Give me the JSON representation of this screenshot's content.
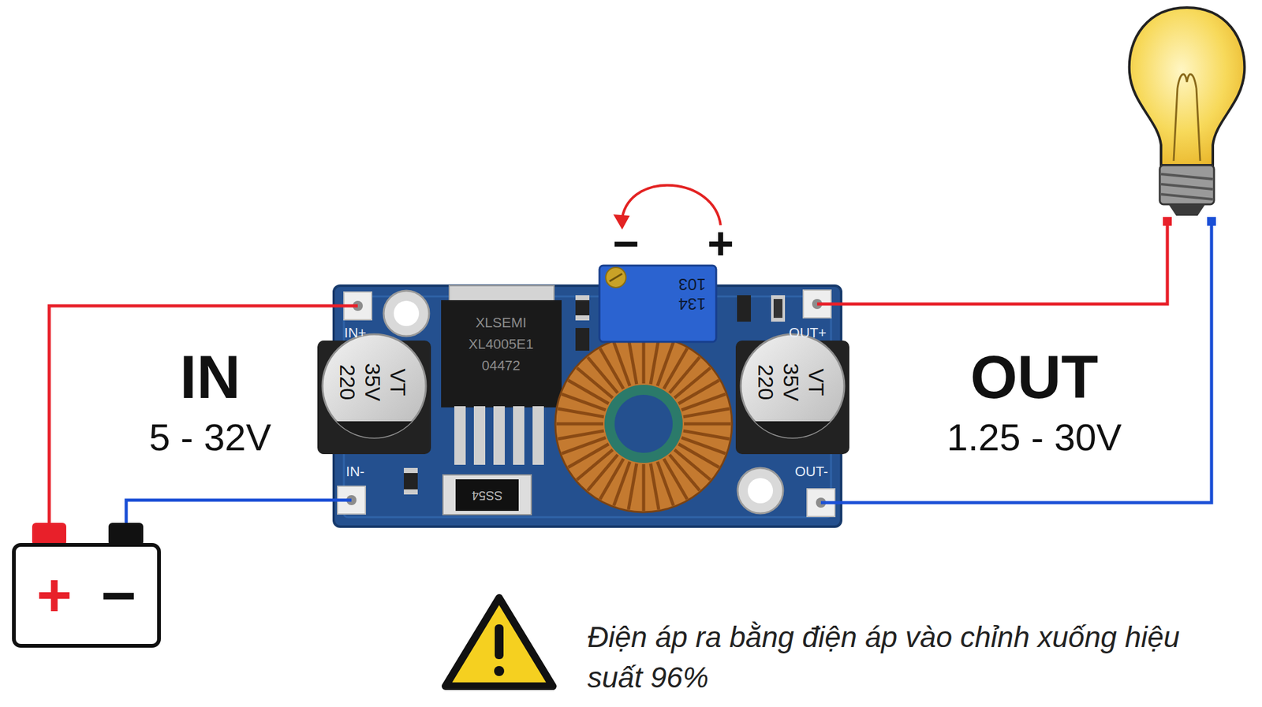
{
  "diagram": {
    "nodes": [
      {
        "text": [
          "+",
          "−"
        ]
      }
    ],
    "labels": [
      "−",
      "+",
      "IN+",
      "IN-",
      "OUT+",
      "OUT-",
      "XLSEMI",
      "XL4005E1",
      "04472",
      "220",
      "35V",
      "VT",
      "220",
      "35V",
      "VT",
      "103",
      "134",
      "SS54",
      "IN",
      "5 - 32V",
      "OUT",
      "1.25 - 30V",
      "Điện áp ra bằng điện áp vào chỉnh xuống hiệu suất 96%"
    ]
  }
}
